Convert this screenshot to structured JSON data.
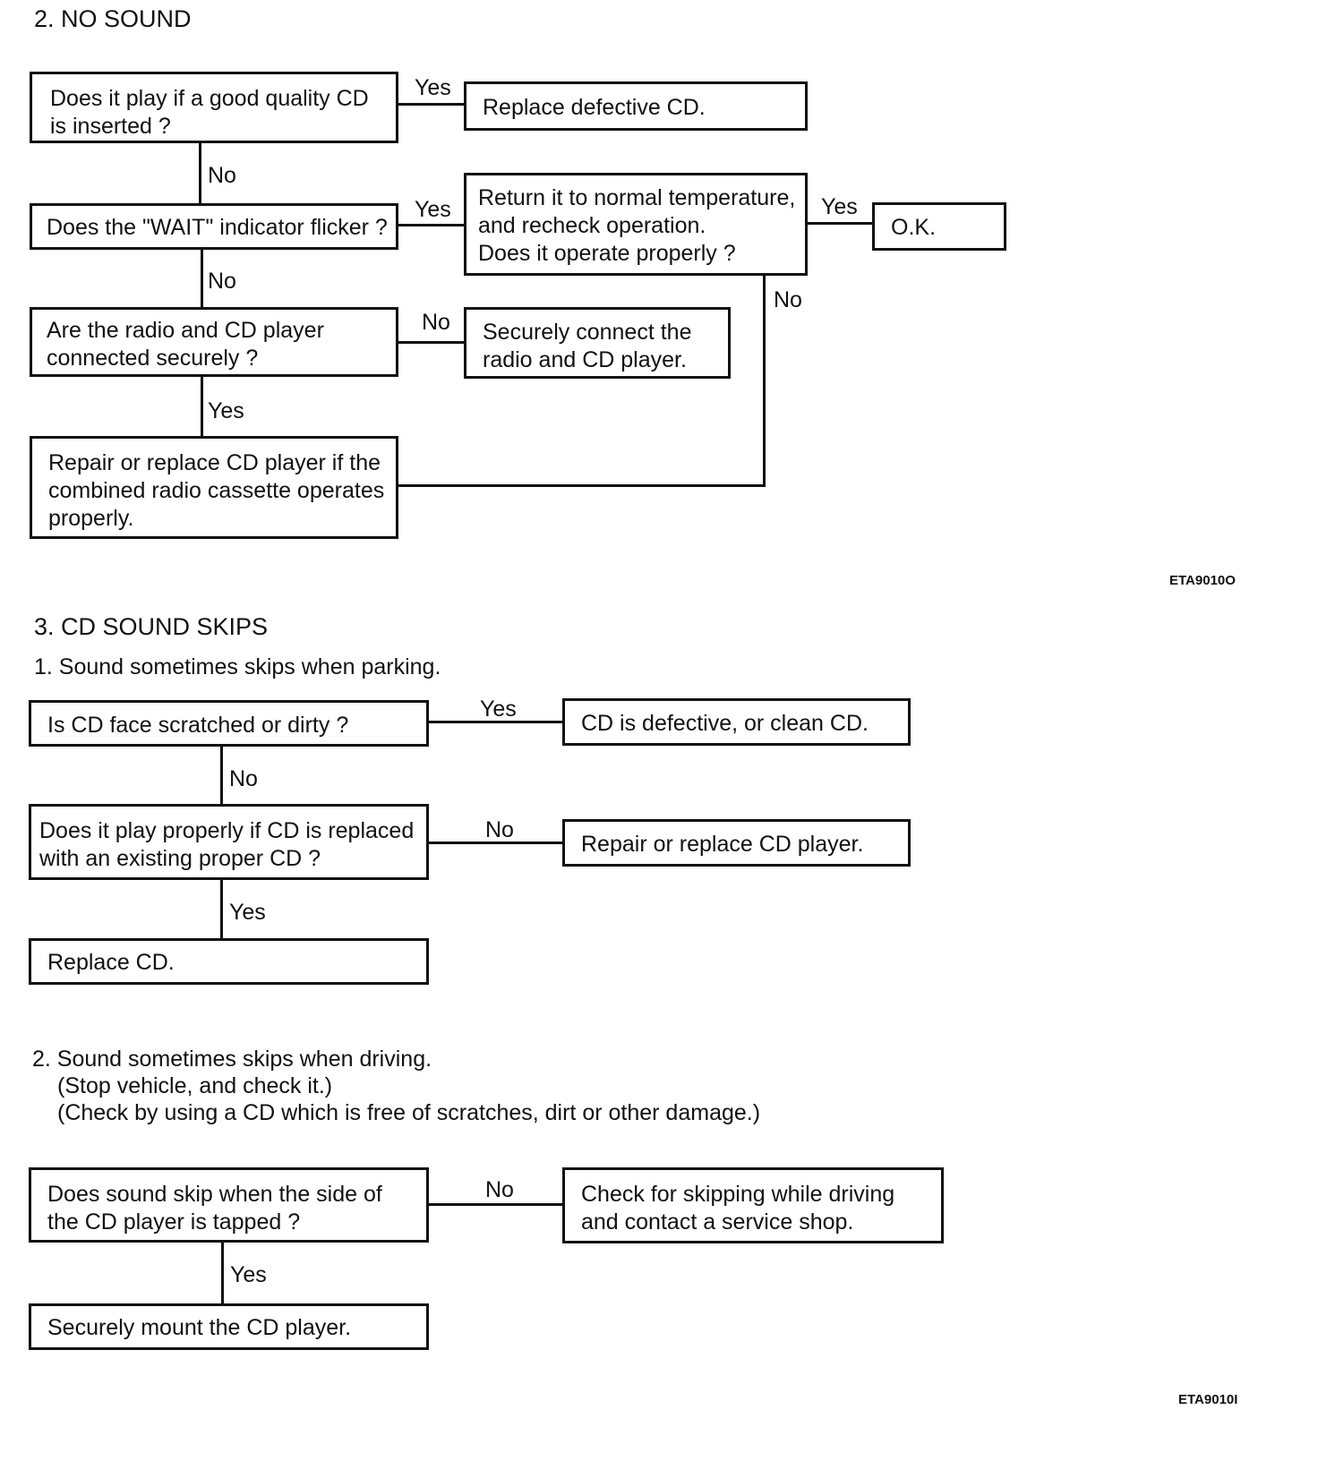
{
  "section2": {
    "heading": "2.  NO SOUND",
    "boxes": {
      "good_cd": "Does it play if a good quality CD\nis inserted ?",
      "replace_defective": "Replace defective CD.",
      "wait_indicator": "Does the \"WAIT\" indicator flicker ?",
      "return_temp": "Return it to normal temperature,\nand recheck operation.\nDoes it operate properly ?",
      "ok": "O.K.",
      "connected": "Are the radio and CD player\nconnected securely ?",
      "securely_connect": "Securely connect the\nradio and CD player.",
      "repair_replace": "Repair or replace CD player if the\ncombined radio cassette operates\nproperly."
    },
    "labels": {
      "yes1": "Yes",
      "no1": "No",
      "yes2": "Yes",
      "yes3": "Yes",
      "no2": "No",
      "no3": "No",
      "no4": "No",
      "yes4": "Yes"
    },
    "code": "ETA9010O"
  },
  "section3": {
    "heading": "3.  CD SOUND SKIPS",
    "sub1": {
      "title": "1. Sound sometimes skips when parking.",
      "boxes": {
        "scratched": "Is CD face scratched or dirty ?",
        "defective": "CD is defective, or clean CD.",
        "play_properly": "Does it play properly if CD is replaced\nwith an existing proper CD ?",
        "repair_player": "Repair or replace CD player.",
        "replace_cd": "Replace CD."
      },
      "labels": {
        "yes1": "Yes",
        "no1": "No",
        "no2": "No",
        "yes2": "Yes"
      }
    },
    "sub2": {
      "title_lines": [
        "2. Sound sometimes skips when driving.",
        "(Stop vehicle, and check it.)",
        "(Check by using a CD which is free of scratches, dirt or other damage.)"
      ],
      "boxes": {
        "tapped": "Does sound skip when the side of\nthe CD player is tapped ?",
        "check_skipping": "Check for skipping while driving\nand contact a service shop.",
        "mount": "Securely mount the CD player."
      },
      "labels": {
        "no1": "No",
        "yes1": "Yes"
      }
    },
    "code": "ETA9010I"
  }
}
